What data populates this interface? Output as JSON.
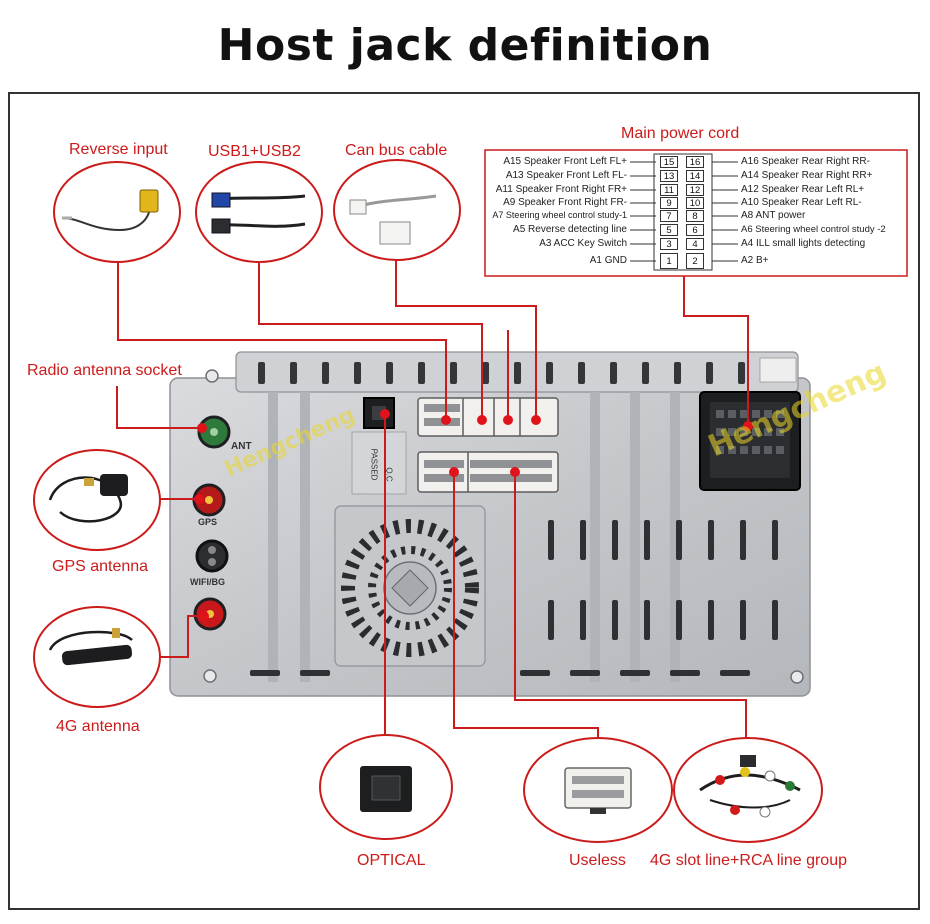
{
  "title": "Host jack definition",
  "labels": {
    "reverse_input": "Reverse input",
    "usb": "USB1+USB2",
    "canbus": "Can bus cable",
    "main_power": "Main power cord",
    "radio_antenna": "Radio antenna socket",
    "gps_antenna": "GPS antenna",
    "antenna_4g": "4G antenna",
    "optical": "OPTICAL",
    "useless": "Useless",
    "slot_line": "4G slot line+RCA line group"
  },
  "power_cord": {
    "left": [
      "A15 Speaker Front Left FL+",
      "A13 Speaker Front Left FL-",
      "A11 Speaker Front Right FR+",
      "A9 Speaker Front Right FR-",
      "A7 Steering wheel control study-1",
      "A5 Reverse detecting line",
      "A3 ACC Key Switch",
      "A1 GND"
    ],
    "right": [
      "A16 Speaker Rear Right RR-",
      "A14 Speaker Rear Right RR+",
      "A12 Speaker Rear Left RL+",
      "A10 Speaker Rear Left RL-",
      "A8 ANT power",
      "A6 Steering wheel control study -2",
      "A4 ILL small lights detecting",
      "A2 B+"
    ],
    "pins_left": [
      "15",
      "13",
      "11",
      "9",
      "7",
      "5",
      "3",
      "1"
    ],
    "pins_right": [
      "16",
      "14",
      "12",
      "10",
      "8",
      "6",
      "4",
      "2"
    ]
  },
  "unit_marks": {
    "ant": "ANT",
    "gps": "GPS",
    "wifi": "WIFI/BG",
    "passed": "PASSED",
    "qc": "Q.C"
  },
  "watermark": "Hengcheng",
  "colors": {
    "accent_red": "#cc1b1b",
    "metal": "#c9cbcf",
    "connector_red": "#e0121a"
  }
}
